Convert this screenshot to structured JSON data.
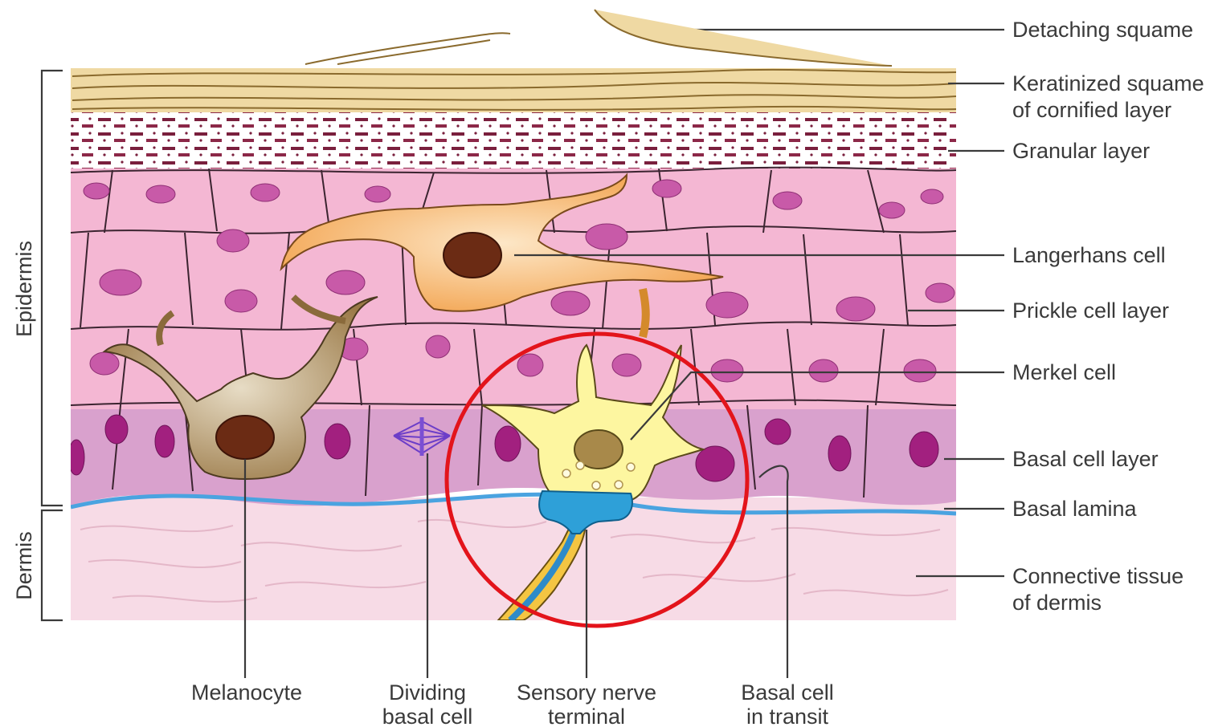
{
  "labels": {
    "detaching_squame": "Detaching squame",
    "keratinized_line1": "Keratinized squame",
    "keratinized_line2": "of cornified layer",
    "granular_layer": "Granular layer",
    "langerhans_cell": "Langerhans cell",
    "prickle_cell_layer": "Prickle cell layer",
    "merkel_cell": "Merkel cell",
    "basal_cell_layer": "Basal cell layer",
    "basal_lamina": "Basal lamina",
    "connective_line1": "Connective tissue",
    "connective_line2": "of dermis",
    "melanocyte": "Melanocyte",
    "dividing_line1": "Dividing",
    "dividing_line2": "basal cell",
    "sensory_line1": "Sensory nerve",
    "sensory_line2": "terminal",
    "basal_transit_line1": "Basal cell",
    "basal_transit_line2": "in transit",
    "epidermis": "Epidermis",
    "dermis": "Dermis"
  },
  "colors": {
    "keratin": "#efd9a3",
    "granular": "#7a1f3d",
    "prickle": "#f4b7d3",
    "basal": "#d9a1cd",
    "dermis": "#f7dbe6",
    "lamina": "#4aa3e0",
    "highlight_circle": "#e3141b"
  }
}
